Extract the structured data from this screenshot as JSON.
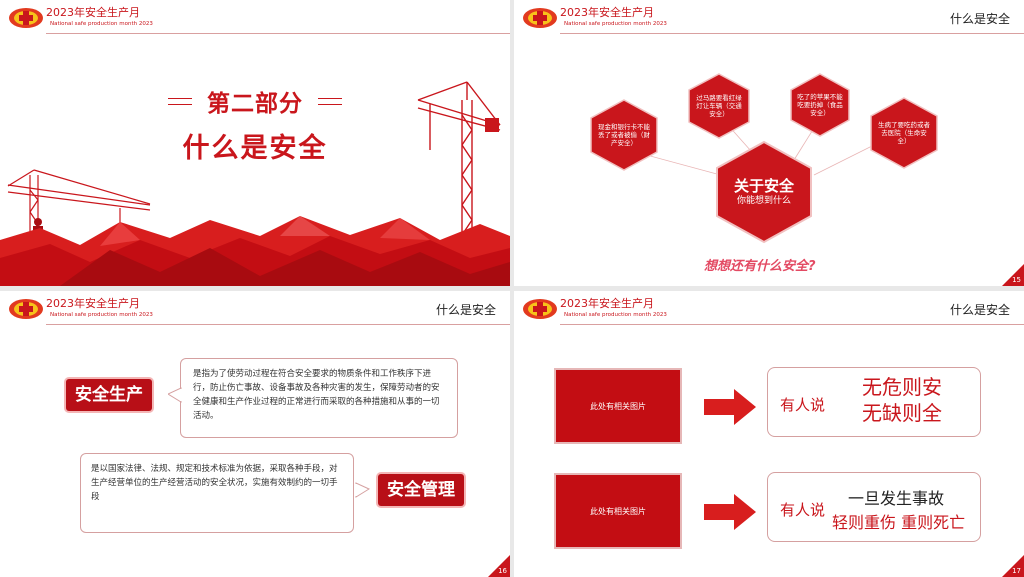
{
  "header": {
    "title": "2023年安全生产月",
    "subtitle": "National safe production month 2023",
    "section": "什么是安全"
  },
  "slide1": {
    "part_label": "第二部分",
    "part_title": "什么是安全"
  },
  "slide2": {
    "page": "15",
    "hexes": [
      {
        "text": "现金和银行卡不能丢了或者被偷（财产安全）"
      },
      {
        "text": "过马路要看红绿灯让车辆（交通安全）"
      },
      {
        "text": "吃了的苹果不能吃要扔掉（食品安全）"
      },
      {
        "text": "生病了要吃药或者去医院（生命安全）"
      }
    ],
    "center_title": "关于安全",
    "center_sub": "你能想到什么",
    "question": "想想还有什么安全?"
  },
  "slide3": {
    "page": "16",
    "tag1": "安全生产",
    "desc1": "是指为了使劳动过程在符合安全要求的物质条件和工作秩序下进行，防止伤亡事故、设备事故及各种灾害的发生，保障劳动者的安全健康和生产作业过程的正常进行而采取的各种措施和从事的一切活动。",
    "tag2": "安全管理",
    "desc2": "是以国家法律、法规、规定和技术标准为依据，采取各种手段，对生产经营单位的生产经营活动的安全状况，实施有效制约的一切手段"
  },
  "slide4": {
    "page": "17",
    "pic_label": "此处有相关图片",
    "row1": {
      "says": "有人说",
      "line1": "无危则安",
      "line2": "无缺则全"
    },
    "row2": {
      "says": "有人说",
      "line1": "一旦发生事故",
      "line2": "轻则重伤 重则死亡"
    }
  },
  "colors": {
    "brand_red": "#c9161c",
    "dark_red": "#b80f17",
    "question_pink": "#e34a63"
  }
}
